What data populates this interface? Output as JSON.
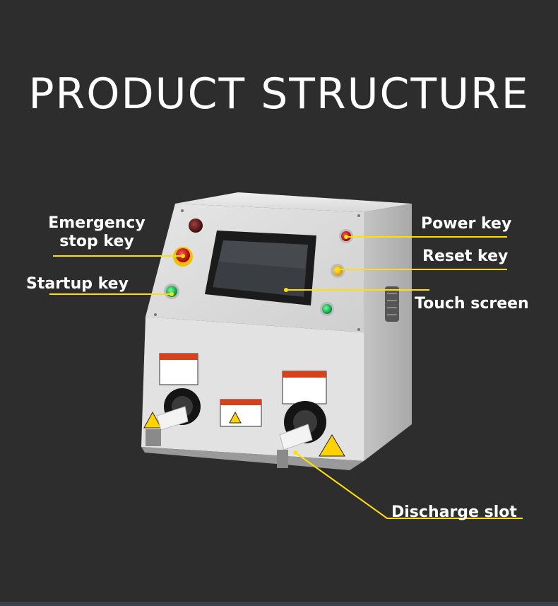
{
  "title": "PRODUCT STRUCTURE",
  "labels": {
    "emergency_line1": "Emergency",
    "emergency_line2": "stop key",
    "startup": "Startup key",
    "power": "Power key",
    "reset": "Reset key",
    "touch": "Touch screen",
    "discharge": "Discharge slot"
  },
  "colors": {
    "background": "#2d2d2d",
    "leader_line": "#ffe000",
    "text": "#ffffff",
    "machine_body": "#d9d9d9"
  }
}
